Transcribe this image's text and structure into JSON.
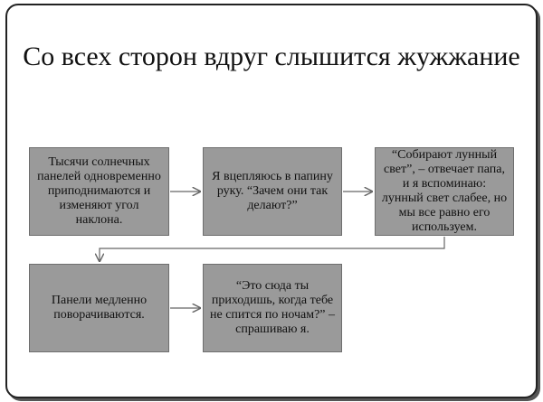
{
  "title": "Со всех сторон вдруг слышится жужжание",
  "boxes": [
    {
      "text": "Тысячи солнечных панелей одновременно приподнимаются и изменяют угол наклона."
    },
    {
      "text": "Я вцепляюсь в папину руку. “Зачем они так делают?”"
    },
    {
      "text": "“Собирают лунный свет”, – отвечает папа, и я вспоминаю: лунный свет слабее, но мы все равно его используем."
    },
    {
      "text": "Панели медленно поворачиваются."
    },
    {
      "text": "“Это сюда ты приходишь, когда тебе не спится по ночам?” – спрашиваю я."
    }
  ],
  "colors": {
    "box_fill": "#9a9a9a",
    "arrow": "#666666"
  }
}
